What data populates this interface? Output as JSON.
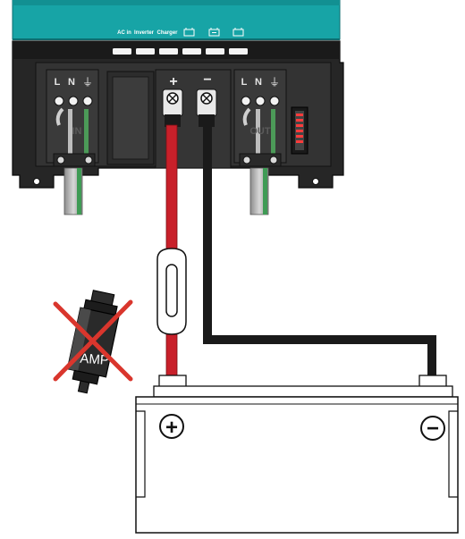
{
  "inverter": {
    "indicators": [
      {
        "label": "AC in"
      },
      {
        "label": "Inverter"
      },
      {
        "label": "Charger"
      },
      {
        "label": "",
        "icon": "battery-icon"
      },
      {
        "label": "",
        "icon": "battery-icon"
      },
      {
        "label": "",
        "icon": "battery-icon"
      }
    ],
    "ac_in": {
      "l": "L",
      "n": "N",
      "earth": "⏚",
      "tag": "IN"
    },
    "ac_out": {
      "l": "L",
      "n": "N",
      "earth": "⏚",
      "tag": "OUT"
    },
    "dc_positive": "+",
    "dc_negative": "−"
  },
  "battery": {
    "positive_symbol": "+",
    "negative_symbol": "−"
  },
  "warning": {
    "fuse_label": "AMP",
    "icon": "crossed-out-fuse-icon"
  },
  "colors": {
    "housing": "#16a2a4",
    "panel": "#2b2b2b",
    "positive_cable": "#c8202a",
    "negative_cable": "#1a1a1a",
    "cross": "#d9362d"
  }
}
